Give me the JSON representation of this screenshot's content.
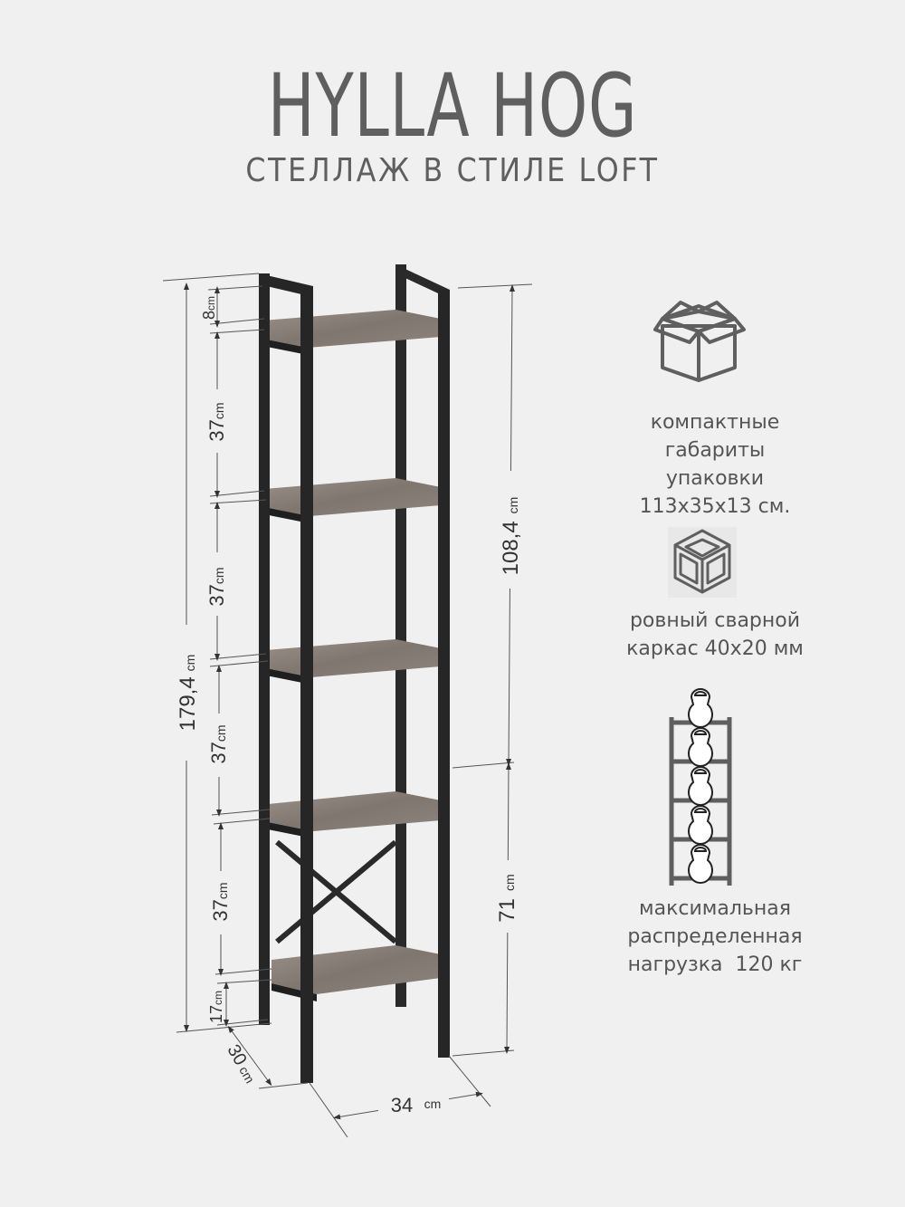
{
  "header": {
    "title": "HYLLA HOG",
    "subtitle": "СТЕЛЛАЖ В СТИЛЕ LOFT"
  },
  "colors": {
    "background": "#f0f0f0",
    "text": "#5f5f5f",
    "frame": "#262626",
    "shelf_wood": "#8a8178",
    "dimension_line": "#444444"
  },
  "dimensions": {
    "unit": "cm",
    "total_height": {
      "value": "179,4",
      "unit": "cm"
    },
    "top_gap": {
      "value": "8",
      "unit": "cm"
    },
    "shelf_gaps": [
      {
        "value": "37",
        "unit": "cm"
      },
      {
        "value": "37",
        "unit": "cm"
      },
      {
        "value": "37",
        "unit": "cm"
      },
      {
        "value": "37",
        "unit": "cm"
      }
    ],
    "bottom_gap": {
      "value": "17",
      "unit": "cm"
    },
    "upper_section": {
      "value": "108,4",
      "unit": "cm"
    },
    "lower_section": {
      "value": "71",
      "unit": "cm"
    },
    "depth": {
      "value": "30",
      "unit": "cm"
    },
    "width": {
      "value": "34",
      "unit": "cm"
    }
  },
  "features": [
    {
      "icon": "open-box-icon",
      "lines": [
        "компактные",
        "габариты",
        "упаковки",
        "113x35x13 см."
      ]
    },
    {
      "icon": "welded-frame-cube-icon",
      "lines": [
        "ровный сварной",
        "каркас 40x20 мм"
      ]
    },
    {
      "icon": "shelf-with-kettlebells-icon",
      "lines": [
        "максимальная",
        "распределенная",
        "нагрузка  120 кг"
      ]
    }
  ]
}
